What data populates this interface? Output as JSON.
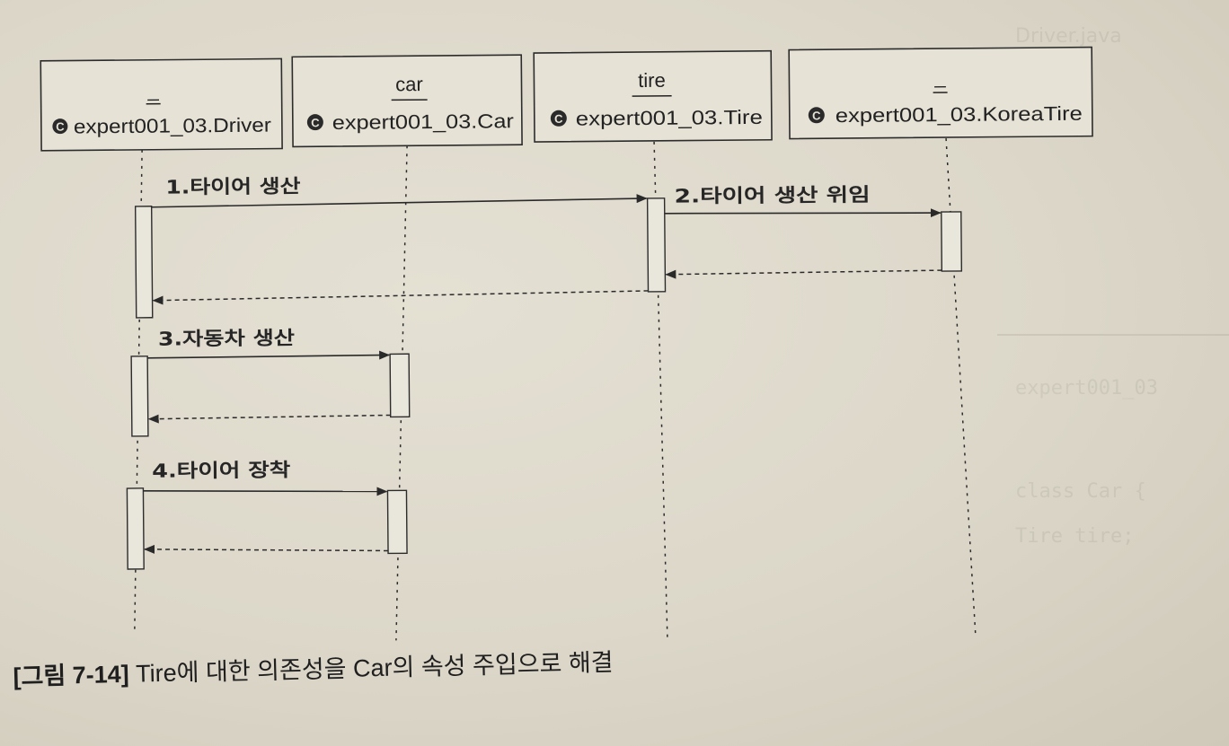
{
  "objects": [
    {
      "name": "_",
      "type": "expert001_03.Driver",
      "class_icon": "C"
    },
    {
      "name": "car",
      "type": "expert001_03.Car",
      "class_icon": "C"
    },
    {
      "name": "tire",
      "type": "expert001_03.Tire",
      "class_icon": "C"
    },
    {
      "name": "_",
      "type": "expert001_03.KoreaTire",
      "class_icon": "C"
    }
  ],
  "messages": [
    {
      "label": "1.타이어 생산"
    },
    {
      "label": "2.타이어 생산 위임"
    },
    {
      "label": "3.자동차 생산"
    },
    {
      "label": "4.타이어 장착"
    }
  ],
  "caption": {
    "number": "[그림 7-14]",
    "text": " Tire에 대한 의존성을 Car의 속성 주입으로 해결"
  }
}
